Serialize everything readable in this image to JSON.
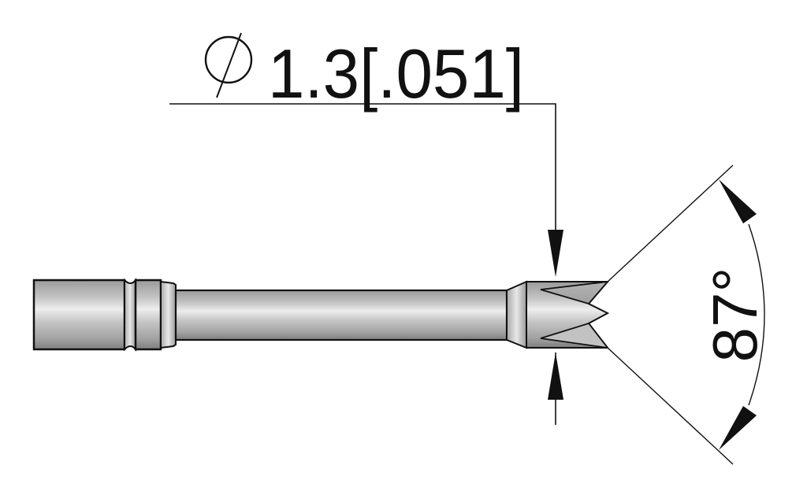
{
  "drawing": {
    "type": "technical-dimension-drawing",
    "subject": "soldering tip (chisel / V-groove tip)",
    "diameter_dimension": {
      "symbol": "diameter-symbol",
      "metric": "1.3",
      "imperial": "[.051]",
      "label": "1.3[.051]"
    },
    "angle_dimension": {
      "value": "87°"
    },
    "colors": {
      "line": "#111111",
      "metal_dark": "#8a8a8a",
      "metal_light": "#e6e6e6",
      "background": "#ffffff"
    }
  }
}
